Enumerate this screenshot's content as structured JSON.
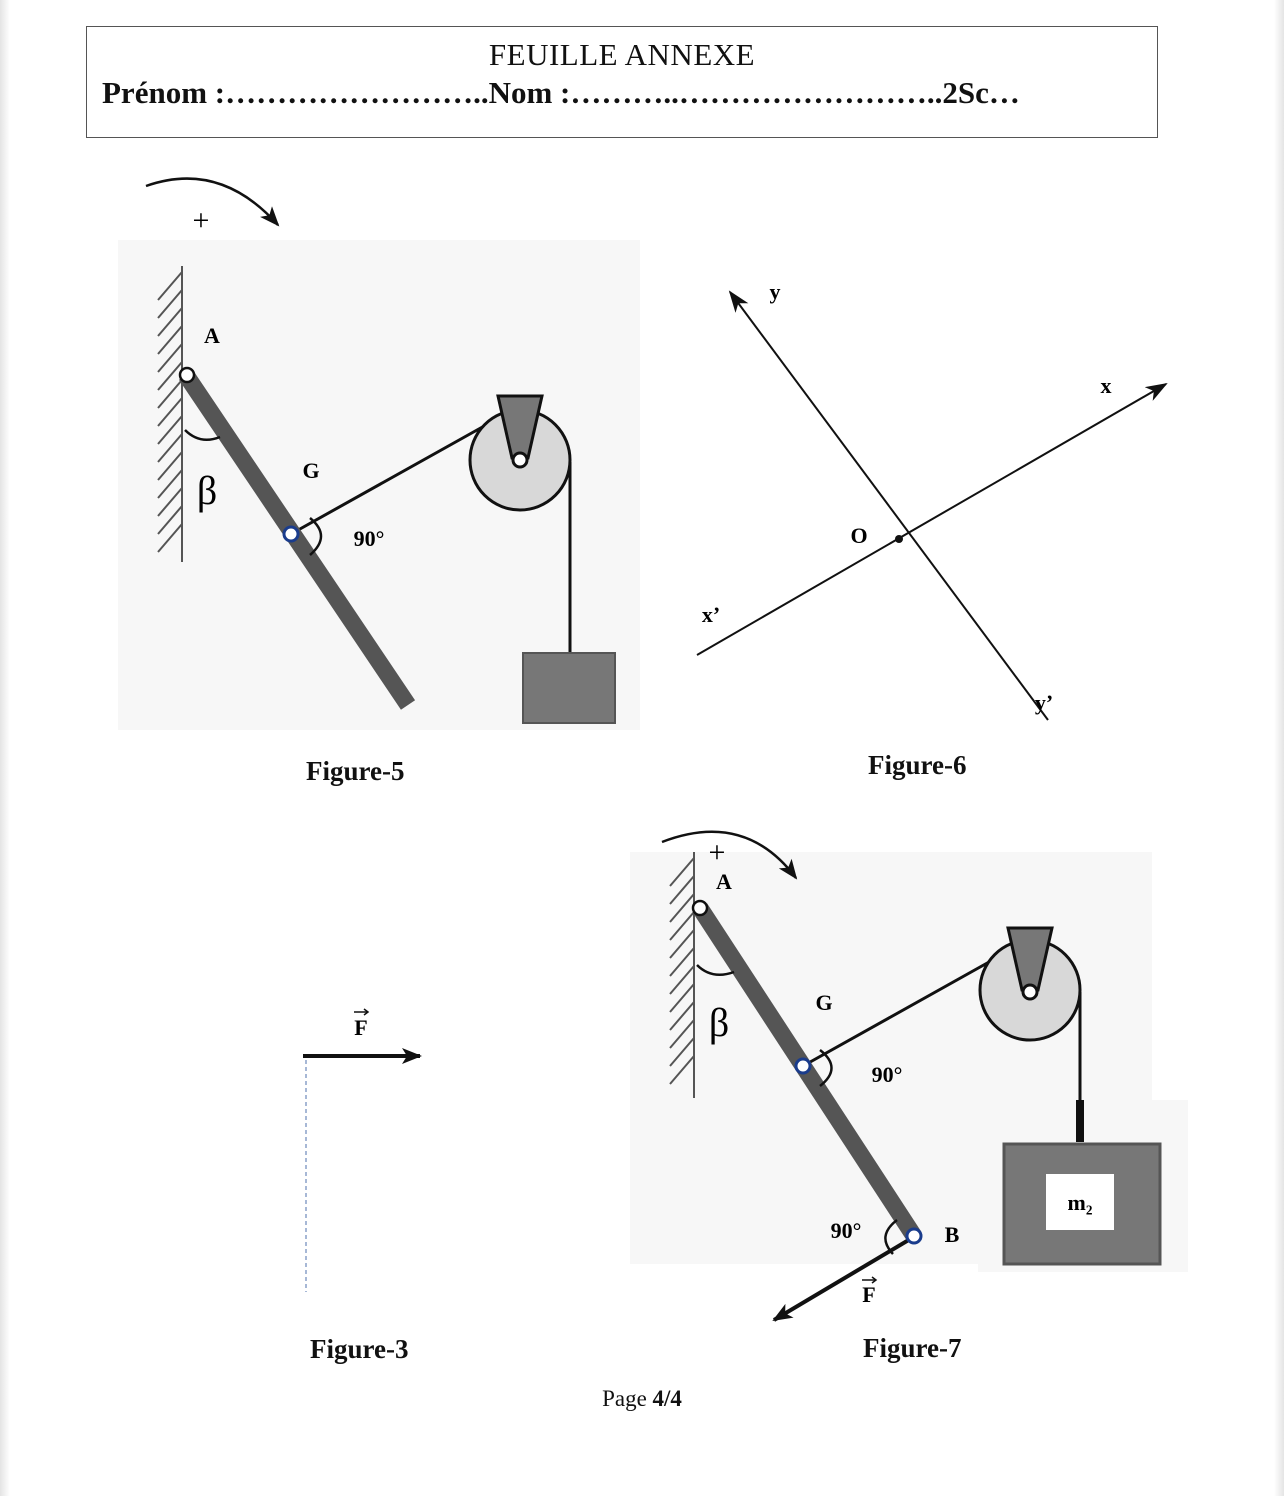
{
  "header": {
    "title": "FEUILLE ANNEXE",
    "student_line": "Prénom :……………………..Nom :………..……………………..2Sc…"
  },
  "figure5": {
    "caption": "Figure-5",
    "rotation_sign": "+",
    "point_a": "A",
    "point_g": "G",
    "angle_beta": "β",
    "angle_right": "90°"
  },
  "figure6": {
    "caption": "Figure-6",
    "axis_y": "y",
    "axis_y_prime": "y’",
    "axis_x": "x",
    "axis_x_prime": "x’",
    "origin": "O"
  },
  "figure3": {
    "caption": "Figure-3",
    "force": "F"
  },
  "figure7": {
    "caption": "Figure-7",
    "rotation_sign": "+",
    "point_a": "A",
    "point_g": "G",
    "point_b": "B",
    "angle_beta": "β",
    "angle_right_g": "90°",
    "angle_right_b": "90°",
    "force": "F",
    "mass": "m₂"
  },
  "footer": {
    "page_label": "Page",
    "page_number": "4/4"
  }
}
